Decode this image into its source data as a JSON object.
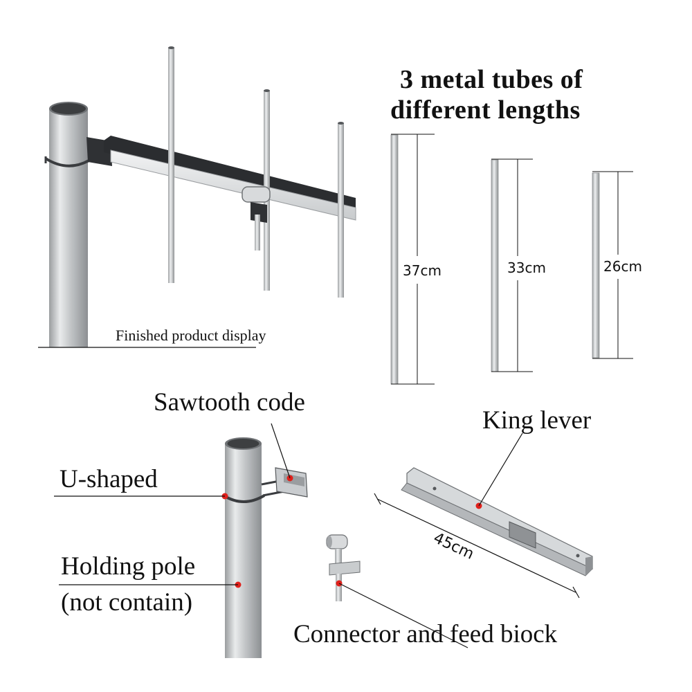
{
  "diagram": {
    "title_line1": "3 metal tubes of",
    "title_line2": "different lengths",
    "finished_caption": "Finished product display",
    "tubes": [
      {
        "label": "37cm",
        "length_cm": 37
      },
      {
        "label": "33cm",
        "length_cm": 33
      },
      {
        "label": "26cm",
        "length_cm": 26
      }
    ],
    "parts": {
      "sawtooth": "Sawtooth code",
      "u_shaped": "U-shaped",
      "holding_pole_line1": "Holding pole",
      "holding_pole_line2": "(not contain)",
      "king_lever": "King lever",
      "king_lever_length": "45cm",
      "connector": "Connector and feed biock"
    },
    "colors": {
      "metal_light": "#e6e8e9",
      "metal_mid": "#b9bcbe",
      "metal_dark": "#8a8d90",
      "bracket_dark": "#2b2d30",
      "marker_red": "#e0201b",
      "text": "#111111"
    }
  }
}
